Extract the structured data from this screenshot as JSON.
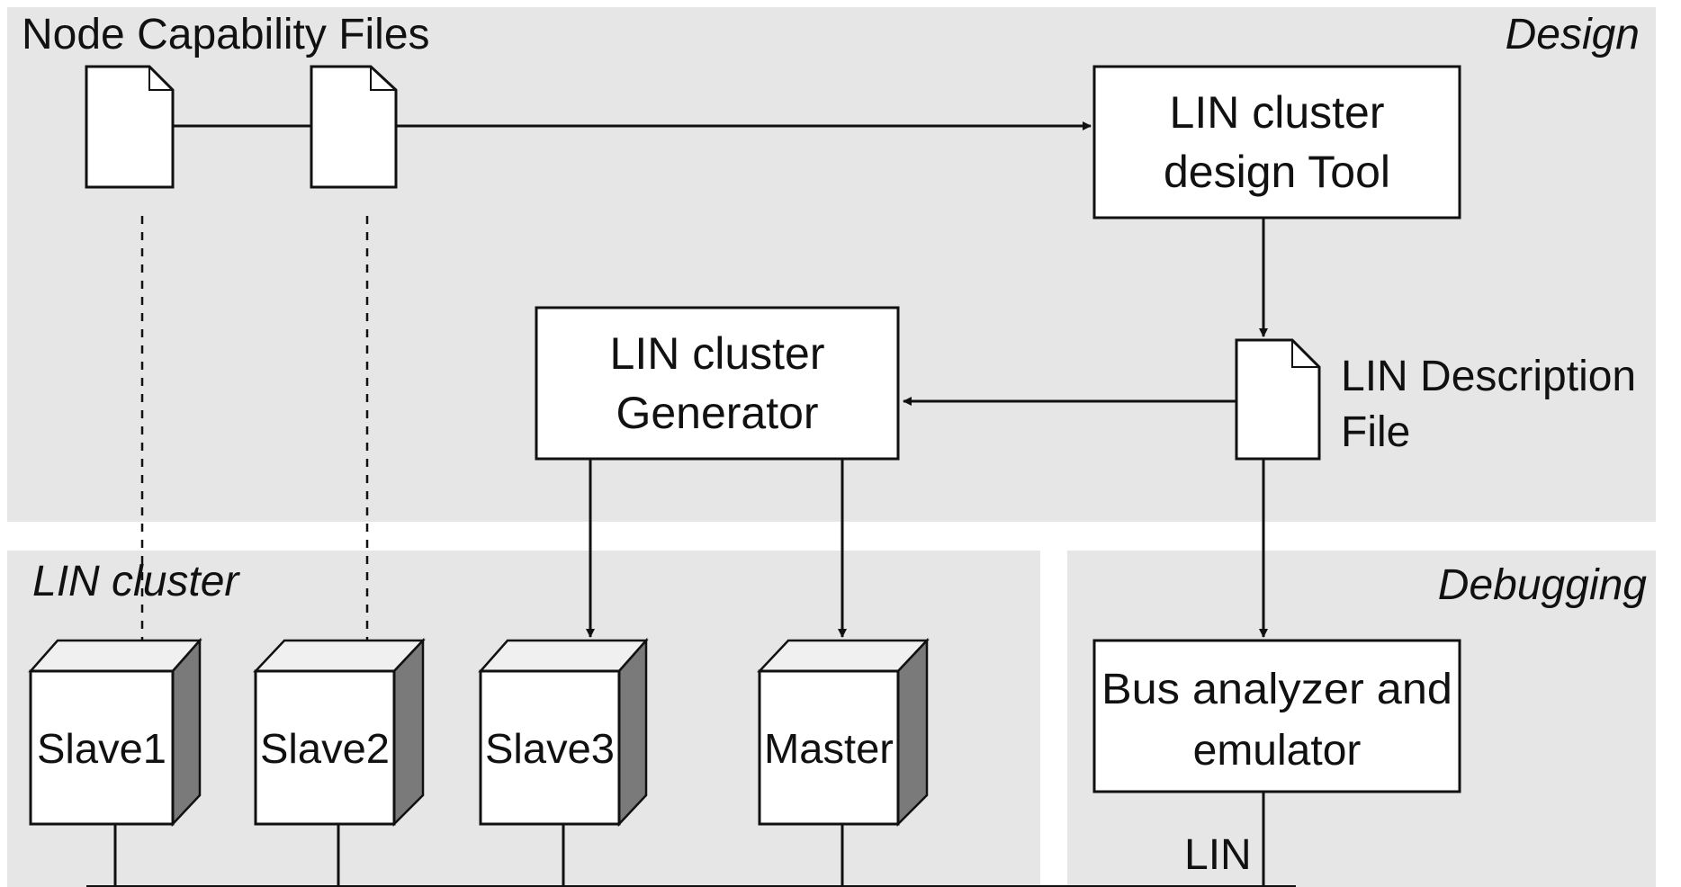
{
  "regions": {
    "design": "Design",
    "lin_cluster": "LIN cluster",
    "debugging": "Debugging"
  },
  "node_capability_files": "Node Capability Files",
  "tool_box": {
    "line1": "LIN cluster",
    "line2": "design Tool"
  },
  "generator_box": {
    "line1": "LIN cluster",
    "line2": "Generator"
  },
  "ldf": {
    "line1": "LIN Description",
    "line2": "File"
  },
  "analyzer_box": {
    "line1": "Bus analyzer and",
    "line2": "emulator"
  },
  "nodes": [
    "Slave1",
    "Slave2",
    "Slave3",
    "Master"
  ],
  "bus_label": "LIN",
  "colors": {
    "region_bg": "#e6e6e6",
    "box_fill": "#ffffff",
    "stroke": "#111111",
    "cube_top": "#f0f0f0",
    "cube_side": "#7a7a7a"
  }
}
